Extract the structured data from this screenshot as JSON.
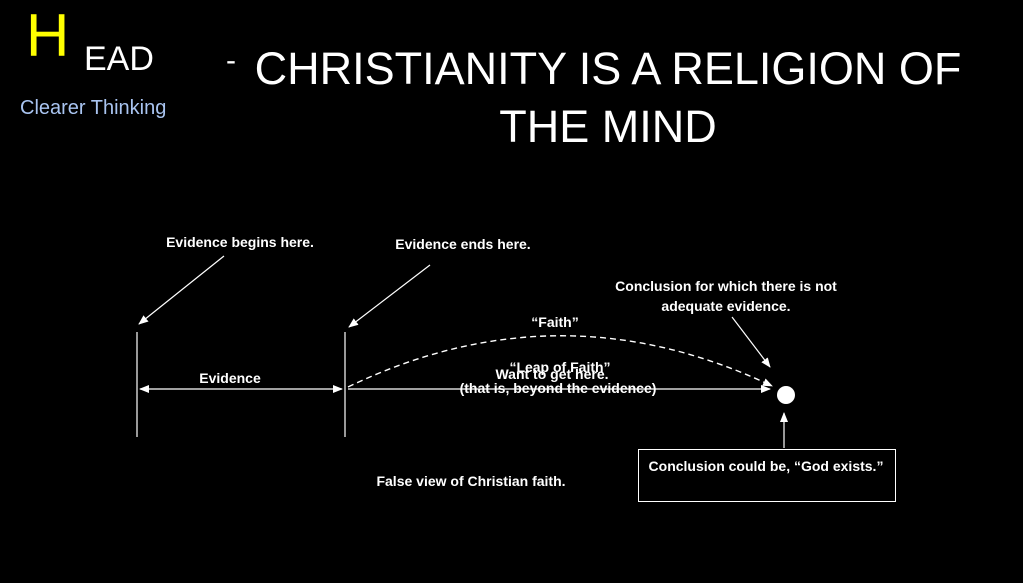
{
  "header": {
    "initial": "H",
    "rest": "EAD",
    "subtitle": "Clearer Thinking",
    "dash": "-",
    "title": "CHRISTIANITY IS A RELIGION OF THE MIND"
  },
  "diagram": {
    "labels": {
      "evidence_begins": "Evidence begins here.",
      "evidence_ends": "Evidence ends here.",
      "evidence": "Evidence",
      "faith": "“Faith”",
      "leap_of_faith": "“Leap of Faith”",
      "want_to_get_here": "Want to get here.",
      "beyond_evidence": "(that is, beyond the evidence)",
      "conclusion_not_adequate": "Conclusion for which there is not adequate evidence.",
      "conclusion_could_be": "Conclusion could be, “God exists.”",
      "false_view": "False view of Christian faith."
    }
  },
  "colors": {
    "background": "#000000",
    "accent_initial": "#ffff00",
    "subtitle": "#a9c4f0",
    "text": "#ffffff"
  }
}
